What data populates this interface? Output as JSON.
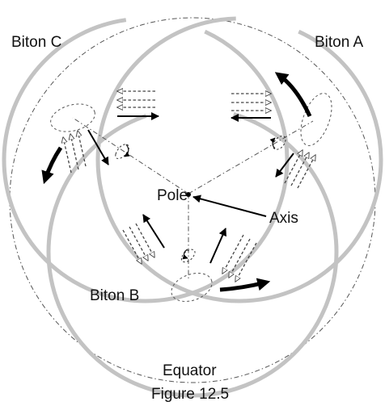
{
  "labels": {
    "biton_a": "Biton A",
    "biton_b": "Biton B",
    "biton_c": "Biton C",
    "pole": "Pole",
    "axis": "Axis",
    "equator": "Equator",
    "caption": "Figure 12.5"
  },
  "colors": {
    "ring": "#c3c3c3",
    "arrow": "#000000",
    "dashed": "#444444"
  }
}
